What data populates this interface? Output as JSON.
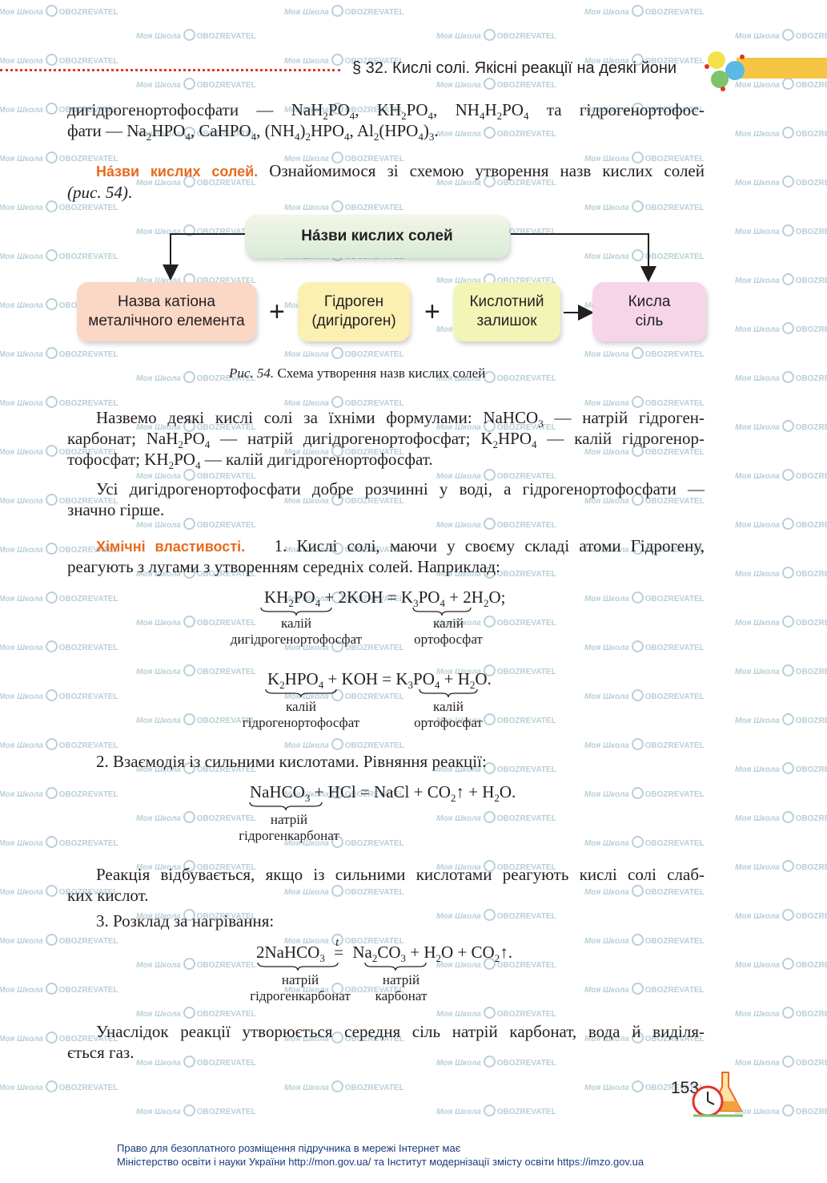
{
  "header": {
    "title": "§ 32. Кислі солі. Якісні реакції на деякі йони"
  },
  "para1": {
    "l1a": "дигідрогенортофосфати — NaH",
    "l1b": "PO",
    "l1c": ", KH",
    "l1d": "PO",
    "l1e": ", NH",
    "l1f": "H",
    "l1g": "PO",
    "l1h": " та гідрогенортофос-",
    "l2a": "фати — Na",
    "l2b": "HPO",
    "l2c": ", CaHPO",
    "l2d": ", (NH",
    "l2e": ")",
    "l2f": "HPO",
    "l2g": ", Al",
    "l2h": "(HPO",
    "l2i": ")",
    "l2j": "."
  },
  "section_names": {
    "heading": "Нáзви кислих солей.",
    "text": " Ознайомимося зі схемою утворення назв кислих солей",
    "ref": "(рис. 54)",
    "tail": "."
  },
  "diagram": {
    "top": "Нáзви кислих солей",
    "box1": [
      "Назва катіона",
      "металічного елемента"
    ],
    "box2": [
      "Гідроген",
      "(дигідроген)"
    ],
    "box3": [
      "Кислотний",
      "залишок"
    ],
    "box4": [
      "Кисла",
      "сіль"
    ],
    "plus": "+",
    "caption_a": "Рис. 54.",
    "caption_b": " Схема утворення назв кислих солей"
  },
  "para2": {
    "l1a": "Назвемо деякі кислі солі за їхніми формулами: NaHCO",
    "l1b": " — натрій гідроген-",
    "l2a": "карбонат; NaH",
    "l2b": "PO",
    "l2c": " — натрій дигідрогенортофосфат; K",
    "l2d": "HPO",
    "l2e": " — калій гідрогенор-",
    "l3a": "тофосфат; KH",
    "l3b": "PO",
    "l3c": " — калій дигідрогенортофосфат."
  },
  "para3": {
    "l1": "Усі дигідрогенортофосфати добре розчинні у воді, а гідрогенортофосфати —",
    "l2": "значно гірше."
  },
  "section_chem": {
    "heading": "Хімічні властивості.",
    "l1": "1. Кислі солі, маючи у своєму складі атоми Гідрогену,",
    "l2": "реагують з лугами з утворенням середніх солей. Наприклад:"
  },
  "eq1": {
    "a": "KH",
    "b": "PO",
    "c": " + 2KOH = K",
    "d": "PO",
    "e": " + 2H",
    "f": "O;",
    "lbl1a": "калій",
    "lbl1b": "дигідрогенортофосфат",
    "lbl2a": "калій",
    "lbl2b": "ортофосфат"
  },
  "eq2": {
    "a": "K",
    "b": "HPO",
    "c": " + KOH  =  K",
    "d": "PO",
    "e": " + H",
    "f": "O.",
    "lbl1a": "калій",
    "lbl1b": "гідрогенортофосфат",
    "lbl2a": "калій",
    "lbl2b": "ортофосфат"
  },
  "item2": {
    "text": "2. Взаємодія із сильними кислотами. Рівняння реакції:"
  },
  "eq3": {
    "a": "NaHCO",
    "b": " + HCl = NaCl + CO",
    "c": "↑ + H",
    "d": "O.",
    "lbl1a": "натрій",
    "lbl1b": "гідрогенкарбонат"
  },
  "para4": {
    "l1": "Реакція відбувається, якщо із сильними кислотами реагують кислі солі слаб-",
    "l2": "ких кислот."
  },
  "item3": {
    "text": "3. Розклад за нагрівання:"
  },
  "eq4": {
    "a": "2NaHCO",
    "t": "t",
    "eqs": "=",
    "b": "Na",
    "c": "CO",
    "d": " + H",
    "e": "O + CO",
    "f": "↑.",
    "lbl1a": "натрій",
    "lbl1b": "гідрогенкарбонат",
    "lbl2a": "натрій",
    "lbl2b": "карбонат"
  },
  "para5": {
    "l1": "Унаслідок реакції утворюється середня сіль натрій карбонат, вода й виділя-",
    "l2": "ється газ."
  },
  "subs": {
    "two": "2",
    "three": "3",
    "four": "4"
  },
  "page_number": "153",
  "watermark": {
    "a": "Моя Школа",
    "b": "OBOZREVATEL"
  },
  "footer": {
    "l1": "Право для безоплатного розміщення підручника в мережі Інтернет має",
    "l2": "Міністерство освіти і науки України http://mon.gov.ua/ та Інститут модернізації змісту освіти https://imzo.gov.ua"
  },
  "colors": {
    "heading": "#e86a1f",
    "header_dots": "#e0342c",
    "band": "#f7c544",
    "footer": "#1a3c7c"
  },
  "icons": [
    "molecule-icon",
    "flask-clock-icon",
    "obozrevatel-logo-icon"
  ]
}
